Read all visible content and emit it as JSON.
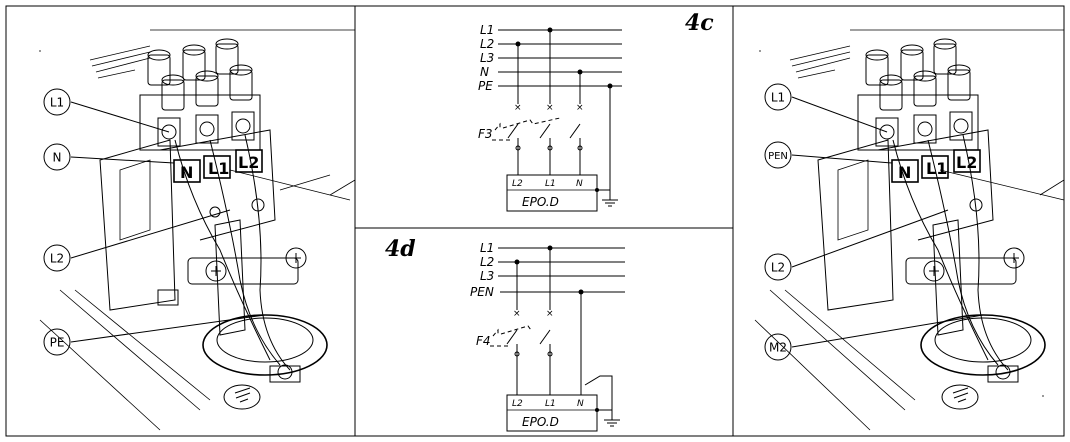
{
  "diagram_4c": {
    "panel_label": "4c",
    "lines": [
      "L1",
      "L2",
      "L3",
      "N",
      "PE"
    ],
    "fuse_label": "F3",
    "box_terminals": [
      "L2",
      "L1",
      "N"
    ],
    "box_label": "EPO.D"
  },
  "diagram_4d": {
    "panel_label": "4d",
    "lines": [
      "L1",
      "L2",
      "L3",
      "PEN"
    ],
    "fuse_label": "F4",
    "box_terminals": [
      "L2",
      "L1",
      "N"
    ],
    "box_label": "EPO.D"
  },
  "left_callouts": [
    "L1",
    "N",
    "L2",
    "PE"
  ],
  "left_terminal_marks": [
    "N",
    "L1",
    "L2"
  ],
  "right_callouts": [
    "L1",
    "PEN",
    "L2",
    "M2"
  ],
  "right_terminal_marks": [
    "N",
    "L1",
    "L2"
  ]
}
